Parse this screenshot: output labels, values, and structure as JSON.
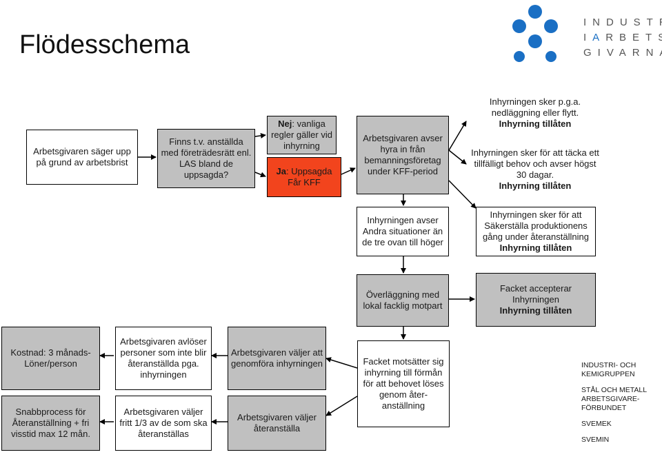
{
  "header": {
    "title": "Flödesschema"
  },
  "logo": {
    "line1": "INDUSTR",
    "line2_prefix": "I",
    "line2_accent": "A",
    "line2_rest": "RBETS",
    "line3": "GIVARNA",
    "colors": {
      "blue": "#1a6fc4",
      "gray": "#555555"
    }
  },
  "boxes": {
    "start": "Arbetsgivaren säger upp på grund av arbetsbrist",
    "finns": "Finns t.v. anställda med företrädesrätt enl. LAS bland de uppsagda?",
    "nej_bold": "Nej",
    "nej_text": ": vanliga regler gäller vid inhyrning",
    "ja_bold": "Ja",
    "ja_text": ": Uppsagda Får KFF",
    "avser_hyra": "Arbetsgivaren avser hyra in från bemanningsföretag under KFF-period",
    "pga_text": "Inhyrningen sker p.g.a. nedläggning eller flytt.",
    "pga_bold": "Inhyrning tillåten",
    "tillfalligt_text": "Inhyrningen sker för att täcka ett tillfälligt behov och avser högst 30 dagar.",
    "tillfalligt_bold": "Inhyrning tillåten",
    "andra": "Inhyrningen avser Andra situationer än de tre ovan till höger",
    "sakerstalla_text": "Inhyrningen sker för att Säkerställa produktionens gång under återanställning",
    "sakerstalla_bold": "Inhyrning tillåten",
    "overlaggning": "Överläggning med lokal facklig motpart",
    "accepterar_text": "Facket accepterar Inhyrningen",
    "accepterar_bold": "Inhyrning tillåten",
    "kostnad": "Kostnad: 3 månads-Löner/person",
    "snabb": "Snabbprocess för Återanställning + fri visstid max 12 mån.",
    "avloser": "Arbetsgivaren avlöser personer som inte blir återanställda pga. inhyrningen",
    "fritt": "Arbetsgivaren väljer fritt 1/3 av de som ska återanställas",
    "genomfora": "Arbetsgivaren väljer att genomföra inhyrningen",
    "ateranstalla": "Arbetsgivaren väljer återanställa",
    "motsatter": "Facket motsätter sig inhyrning till förmån för att behovet löses genom åter-anställning"
  },
  "organizations": [
    "INDUSTRI- OCH KEMIGRUPPEN",
    "STÅL OCH METALL ARBETSGIVARE-FÖRBUNDET",
    "SVEMEK",
    "SVEMIN"
  ]
}
